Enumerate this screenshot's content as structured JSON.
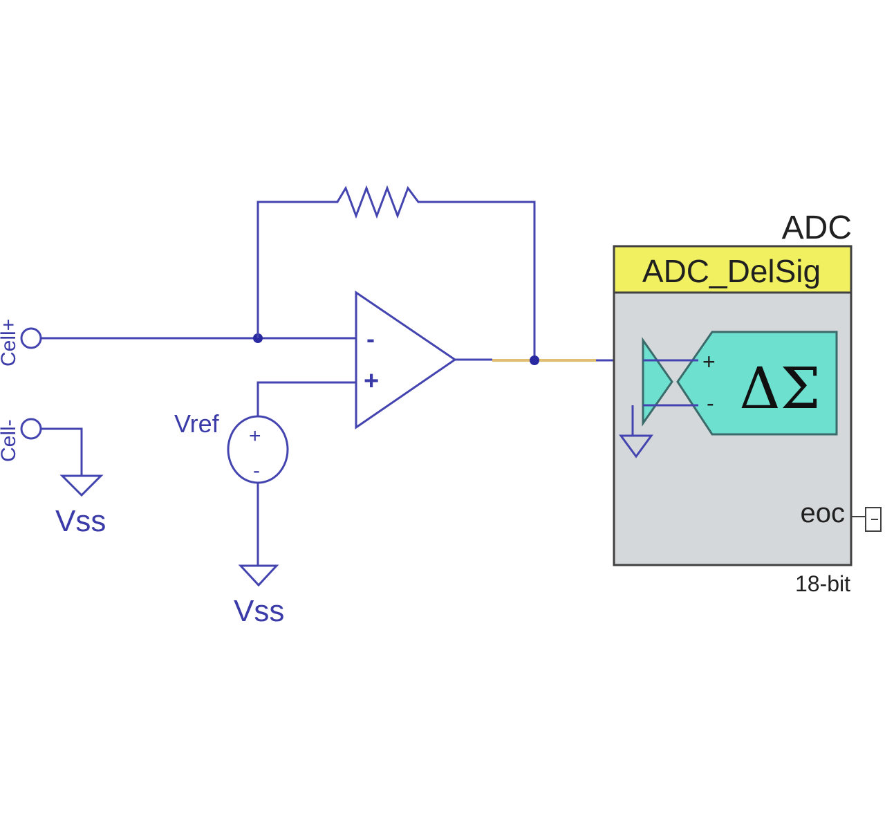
{
  "labels": {
    "cell_plus": "Cell+",
    "cell_minus": "Cell-",
    "vref": "Vref",
    "vss_left": "Vss",
    "vss_mid": "Vss",
    "opamp_minus": "-",
    "opamp_plus": "+",
    "src_plus": "+",
    "src_minus": "-"
  },
  "adc": {
    "title": "ADC",
    "name": "ADC_DelSig",
    "symbol": "ΔΣ",
    "in_plus": "+",
    "in_minus": "-",
    "eoc": "eoc",
    "resolution": "18-bit"
  },
  "colors": {
    "wire": "#4444b0",
    "signal": "#e0c070",
    "adc_header": "#f0f060",
    "adc_body": "#d4d8da",
    "delta_sigma": "#6ee0d0"
  }
}
